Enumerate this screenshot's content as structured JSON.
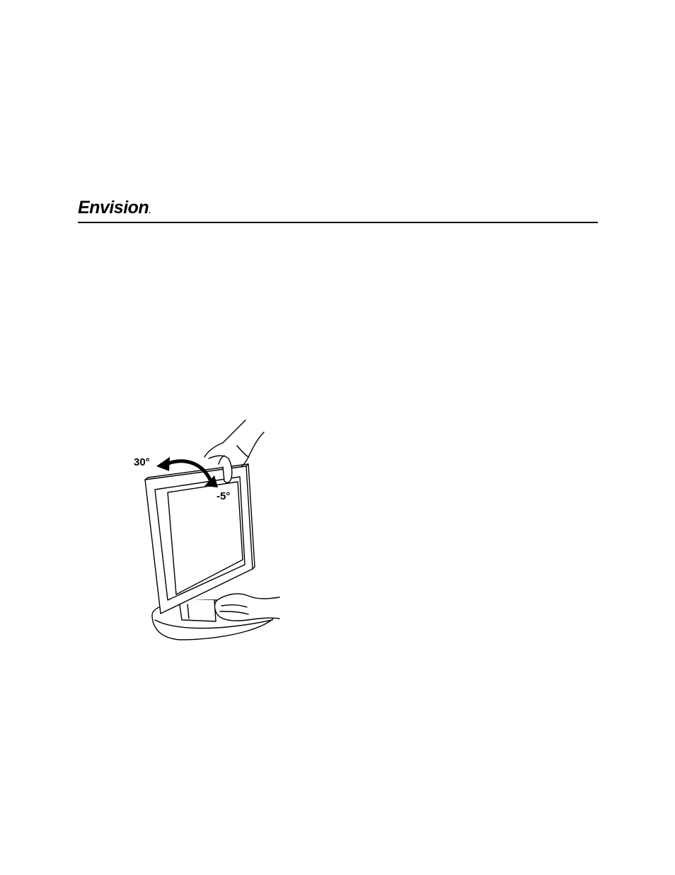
{
  "header": {
    "brand": "Envision",
    "brand_mark": "."
  },
  "figure": {
    "tilt_up_label": "30°",
    "tilt_down_label": "-5°"
  }
}
